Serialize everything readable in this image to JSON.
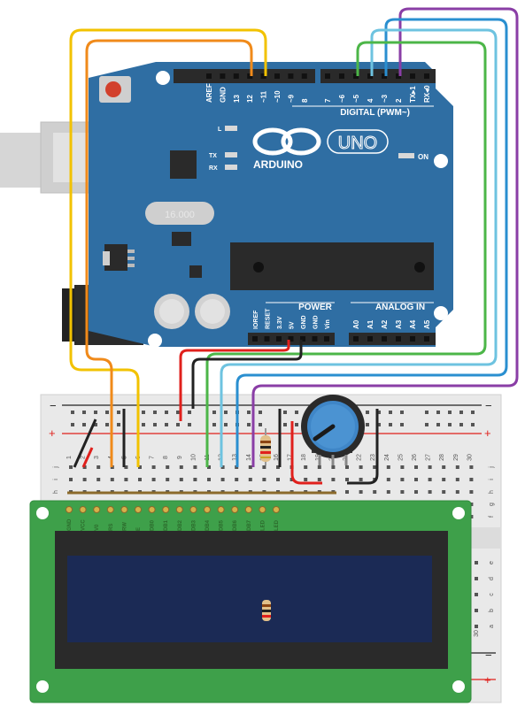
{
  "arduino": {
    "brand": "ARDUINO",
    "model": "UNO",
    "crystal": "16.000",
    "digital_header": "DIGITAL (PWM~)",
    "power_header": "POWER",
    "analog_header": "ANALOG IN",
    "led_l": "L",
    "led_tx": "TX",
    "led_rx": "RX",
    "led_on": "ON",
    "digital_pins": [
      "AREF",
      "GND",
      "13",
      "12",
      "~11",
      "~10",
      "~9",
      "8",
      "7",
      "~6",
      "~5",
      "4",
      "~3",
      "2",
      "TX▸1",
      "RX◂0"
    ],
    "power_pins": [
      "IOREF",
      "RESET",
      "3.3V",
      "5V",
      "GND",
      "GND",
      "Vin"
    ],
    "analog_pins": [
      "A0",
      "A1",
      "A2",
      "A3",
      "A4",
      "A5"
    ]
  },
  "breadboard": {
    "rail_minus": "−",
    "rail_plus": "+",
    "column_numbers": [
      "1",
      "2",
      "3",
      "4",
      "5",
      "6",
      "7",
      "8",
      "9",
      "10",
      "11",
      "12",
      "13",
      "14",
      "15",
      "16",
      "17",
      "18",
      "19",
      "20",
      "21",
      "22",
      "23",
      "24",
      "25",
      "26",
      "27",
      "28",
      "29",
      "30"
    ],
    "row_letters_top": [
      "j",
      "i",
      "h",
      "g",
      "f"
    ],
    "row_letters_bottom": [
      "e",
      "d",
      "c",
      "b",
      "a"
    ]
  },
  "lcd": {
    "pins": [
      "GND",
      "VCC",
      "V0",
      "RS",
      "RW",
      "E",
      "DB0",
      "DB1",
      "DB2",
      "DB3",
      "DB4",
      "DB5",
      "DB6",
      "DB7",
      "LED",
      "LED"
    ]
  },
  "colors": {
    "arduino_board": "#2f6ea3",
    "breadboard": "#e9e9e9",
    "lcd_pcb": "#3ea04a",
    "lcd_screen": "#1b2a55",
    "pot_knob": "#3f86c7",
    "wire_yellow": "#f2c200",
    "wire_orange": "#f08a1a",
    "wire_green": "#4cb648",
    "wire_lightblue": "#6ec3e0",
    "wire_blue": "#2a8fd0",
    "wire_purple": "#8a3ea6",
    "wire_red": "#e0201c",
    "wire_black": "#222222"
  }
}
